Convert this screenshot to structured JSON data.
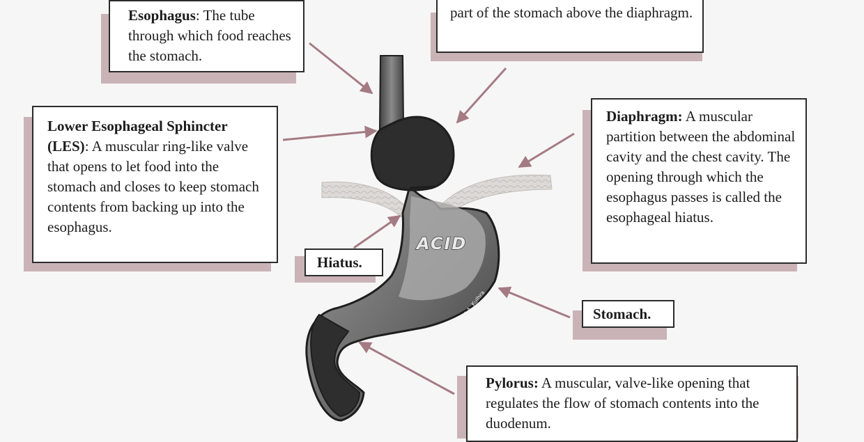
{
  "labels": {
    "esophagus": {
      "term": "Esophagus",
      "description": ": The tube through which food reaches the stomach."
    },
    "hiatal_hernia": {
      "description": "part of the stomach above the diaphragm."
    },
    "les": {
      "term": "Lower Esophageal Sphincter (LES)",
      "description": ": A muscular ring-like valve that opens to let food into the stomach and closes to keep stomach contents from backing up into the esophagus."
    },
    "diaphragm": {
      "term": "Diaphragm:",
      "description": " A muscular partition between the abdominal cavity and the chest cavity.  The opening through which the esophagus passes is called the esophageal hiatus."
    },
    "hiatus": {
      "text": "Hiatus."
    },
    "stomach": {
      "text": "Stomach."
    },
    "pylorus": {
      "term": "Pylorus:",
      "description": " A muscular, valve-like opening that regulates the flow of stomach contents into the duodenum."
    }
  },
  "figure": {
    "acid_text": "ACID",
    "artist_signature": "M.A. Kulhra"
  },
  "colors": {
    "arrow": "#a47b83",
    "box_shadow": "#c9b3b6",
    "organ_outline": "#1e1e1e",
    "organ_fill": "#6a6a6a",
    "esophagus_dark": "#2b2b2b",
    "diaphragm_fill": "#dad7d4"
  }
}
